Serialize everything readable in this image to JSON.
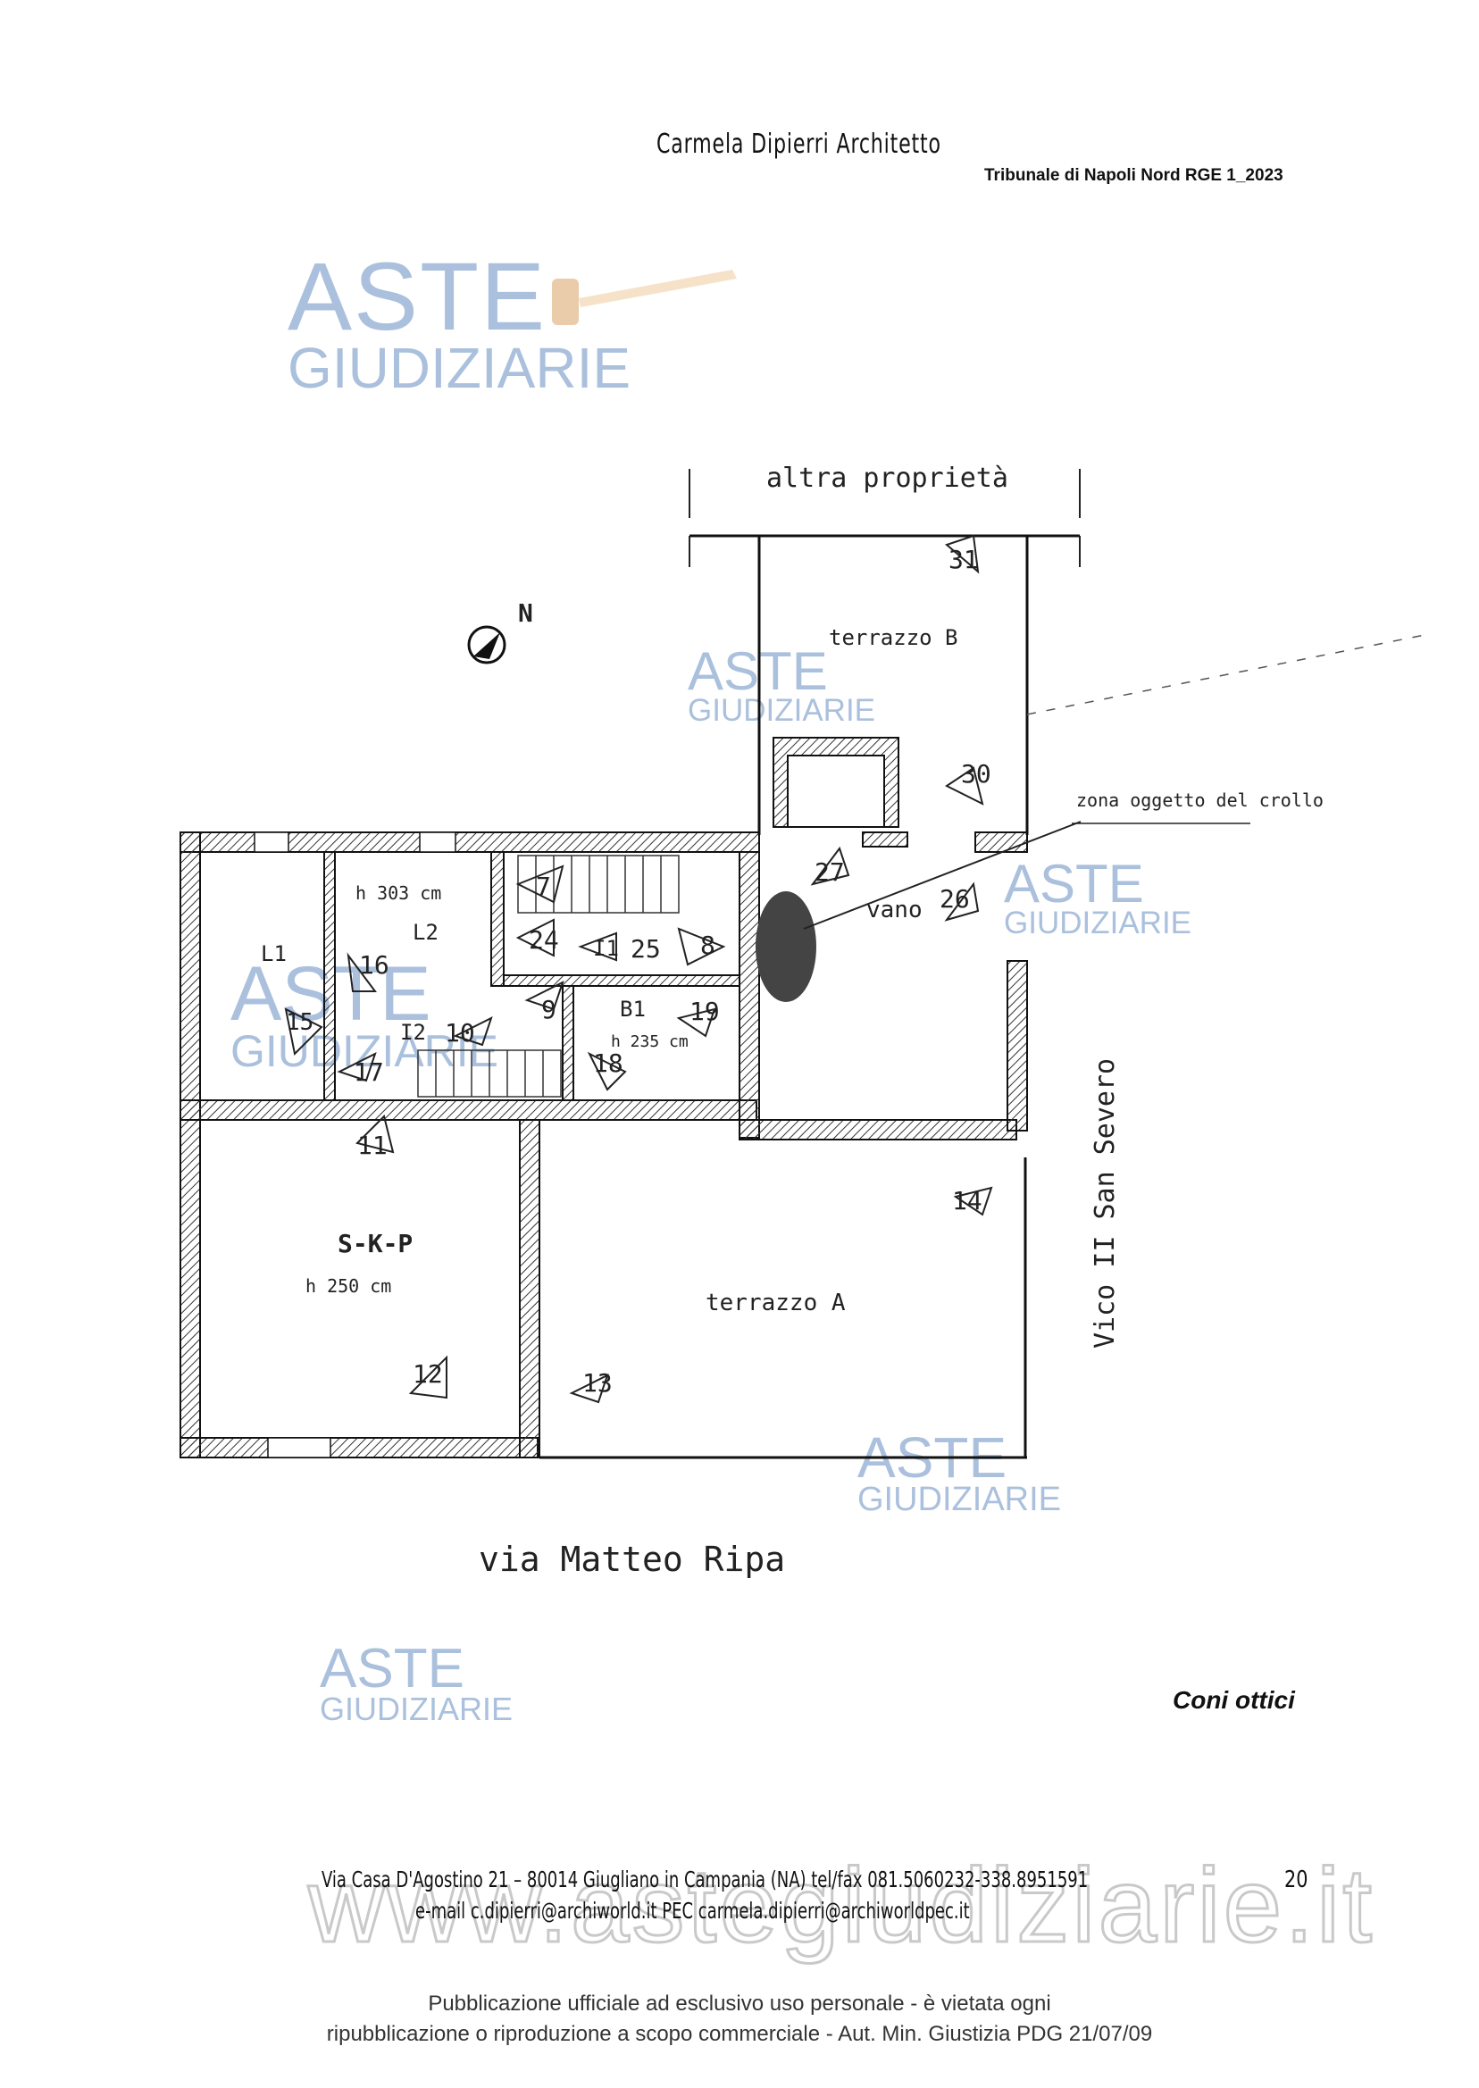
{
  "header": {
    "architect": "Carmela Dipierri Architetto",
    "court": "Tribunale di Napoli Nord  RGE 1_2023"
  },
  "watermark": {
    "line1": "ASTE",
    "line2": "GIUDIZIARIE",
    "site": "www.astegiudiziarie.it"
  },
  "plan": {
    "other_property": "altra proprietà",
    "north": "N",
    "collapse_zone": "zona oggetto del crollo",
    "street_south": "via Matteo Ripa",
    "street_east": "Vico II San Severo",
    "rooms": {
      "terrazzo_b": "terrazzo B",
      "terrazzo_a": "terrazzo A",
      "vano": "vano",
      "skp": "S-K-P",
      "skp_height": "h 250 cm",
      "l1": "L1",
      "l2": "L2",
      "l2_height": "h 303 cm",
      "i1": "I1",
      "i2": "I2",
      "b1": "B1",
      "b1_height": "h 235 cm"
    },
    "view_points": [
      "31",
      "30",
      "27",
      "26",
      "7",
      "24",
      "25",
      "8",
      "16",
      "15",
      "17",
      "10",
      "9",
      "19",
      "18",
      "11",
      "14",
      "12",
      "13"
    ]
  },
  "caption": "Coni ottici",
  "footer": {
    "address": "Via Casa D'Agostino 21 –     80014   Giugliano in Campania   (NA)      tel/fax 081.5060232-338.8951591",
    "contacts": "e-mail  c.dipierri@archiworld.it       PEC  carmela.dipierri@archiworldpec.it",
    "page_number": "20",
    "publication_line1": "Pubblicazione ufficiale ad esclusivo uso personale - è vietata ogni",
    "publication_line2": "ripubblicazione o riproduzione a scopo commerciale - Aut. Min. Giustizia PDG 21/07/09"
  }
}
